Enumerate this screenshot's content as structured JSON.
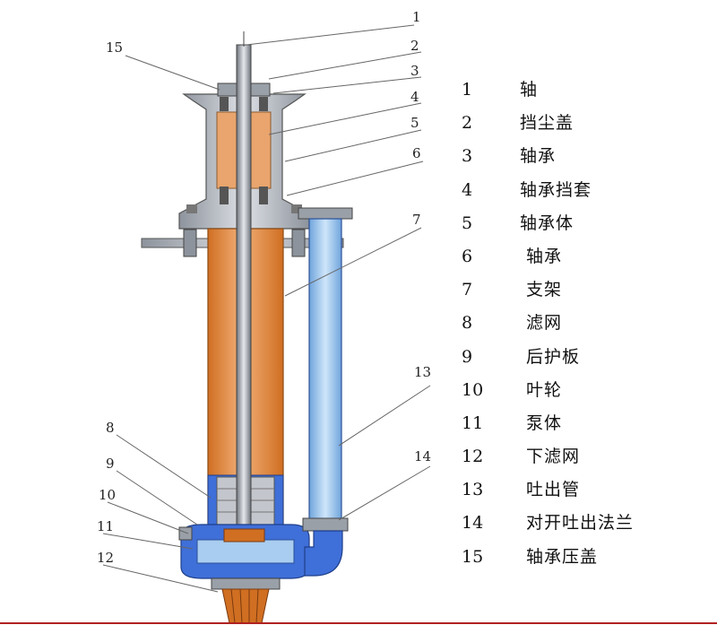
{
  "legend": [
    {
      "num": "1",
      "name": "轴"
    },
    {
      "num": "2",
      "name": "挡尘盖"
    },
    {
      "num": "3",
      "name": "轴承"
    },
    {
      "num": "4",
      "name": "轴承挡套"
    },
    {
      "num": "5",
      "name": "轴承体"
    },
    {
      "num": "6",
      "name": "轴承"
    },
    {
      "num": "7",
      "name": "支架"
    },
    {
      "num": "8",
      "name": "滤网"
    },
    {
      "num": "9",
      "name": "后护板"
    },
    {
      "num": "10",
      "name": "叶轮"
    },
    {
      "num": "11",
      "name": "泵体"
    },
    {
      "num": "12",
      "name": "下滤网"
    },
    {
      "num": "13",
      "name": "吐出管"
    },
    {
      "num": "14",
      "name": "对开吐出法兰"
    },
    {
      "num": "15",
      "name": "轴承压盖"
    }
  ],
  "callouts": [
    "1",
    "2",
    "3",
    "4",
    "5",
    "6",
    "7",
    "8",
    "9",
    "10",
    "11",
    "12",
    "13",
    "14",
    "15"
  ],
  "colors": {
    "metal": "#b8bcc4",
    "metal_dark": "#7f858f",
    "orange": "#e28a3c",
    "orange_light": "#f2b079",
    "blue": "#3f6fd8",
    "blue_light": "#a9cdf0",
    "accent_line": "#b02020"
  }
}
